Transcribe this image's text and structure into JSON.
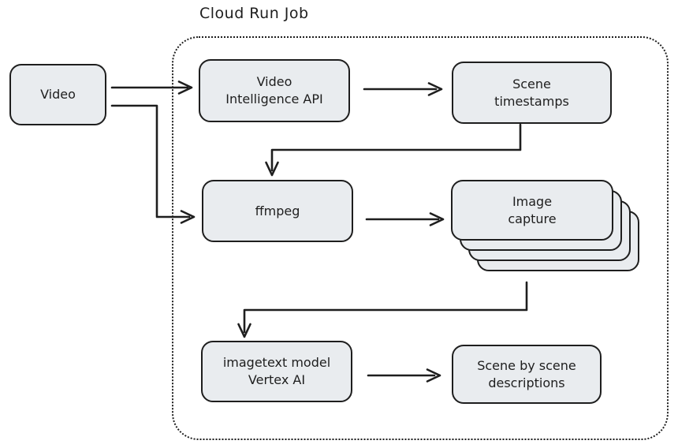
{
  "diagram": {
    "title": "Cloud Run Job",
    "colors": {
      "background": "#ffffff",
      "node_fill": "#e9ecef",
      "stroke": "#1e1e1e"
    },
    "nodes": {
      "video": {
        "label": "Video"
      },
      "video_intelligence_api": {
        "label": "Video\nIntelligence API"
      },
      "scene_timestamps": {
        "label": "Scene\ntimestamps"
      },
      "ffmpeg": {
        "label": "ffmpeg"
      },
      "image_capture": {
        "label": "Image\ncapture",
        "stack_count": 4
      },
      "imagetext_model": {
        "label": "imagetext model\nVertex AI"
      },
      "scene_descriptions": {
        "label": "Scene by scene\ndescriptions"
      }
    },
    "edges": [
      {
        "from": "video",
        "to": "video_intelligence_api"
      },
      {
        "from": "video",
        "to": "ffmpeg"
      },
      {
        "from": "video_intelligence_api",
        "to": "scene_timestamps"
      },
      {
        "from": "scene_timestamps",
        "to": "ffmpeg"
      },
      {
        "from": "ffmpeg",
        "to": "image_capture"
      },
      {
        "from": "image_capture",
        "to": "imagetext_model"
      },
      {
        "from": "imagetext_model",
        "to": "scene_descriptions"
      }
    ]
  }
}
